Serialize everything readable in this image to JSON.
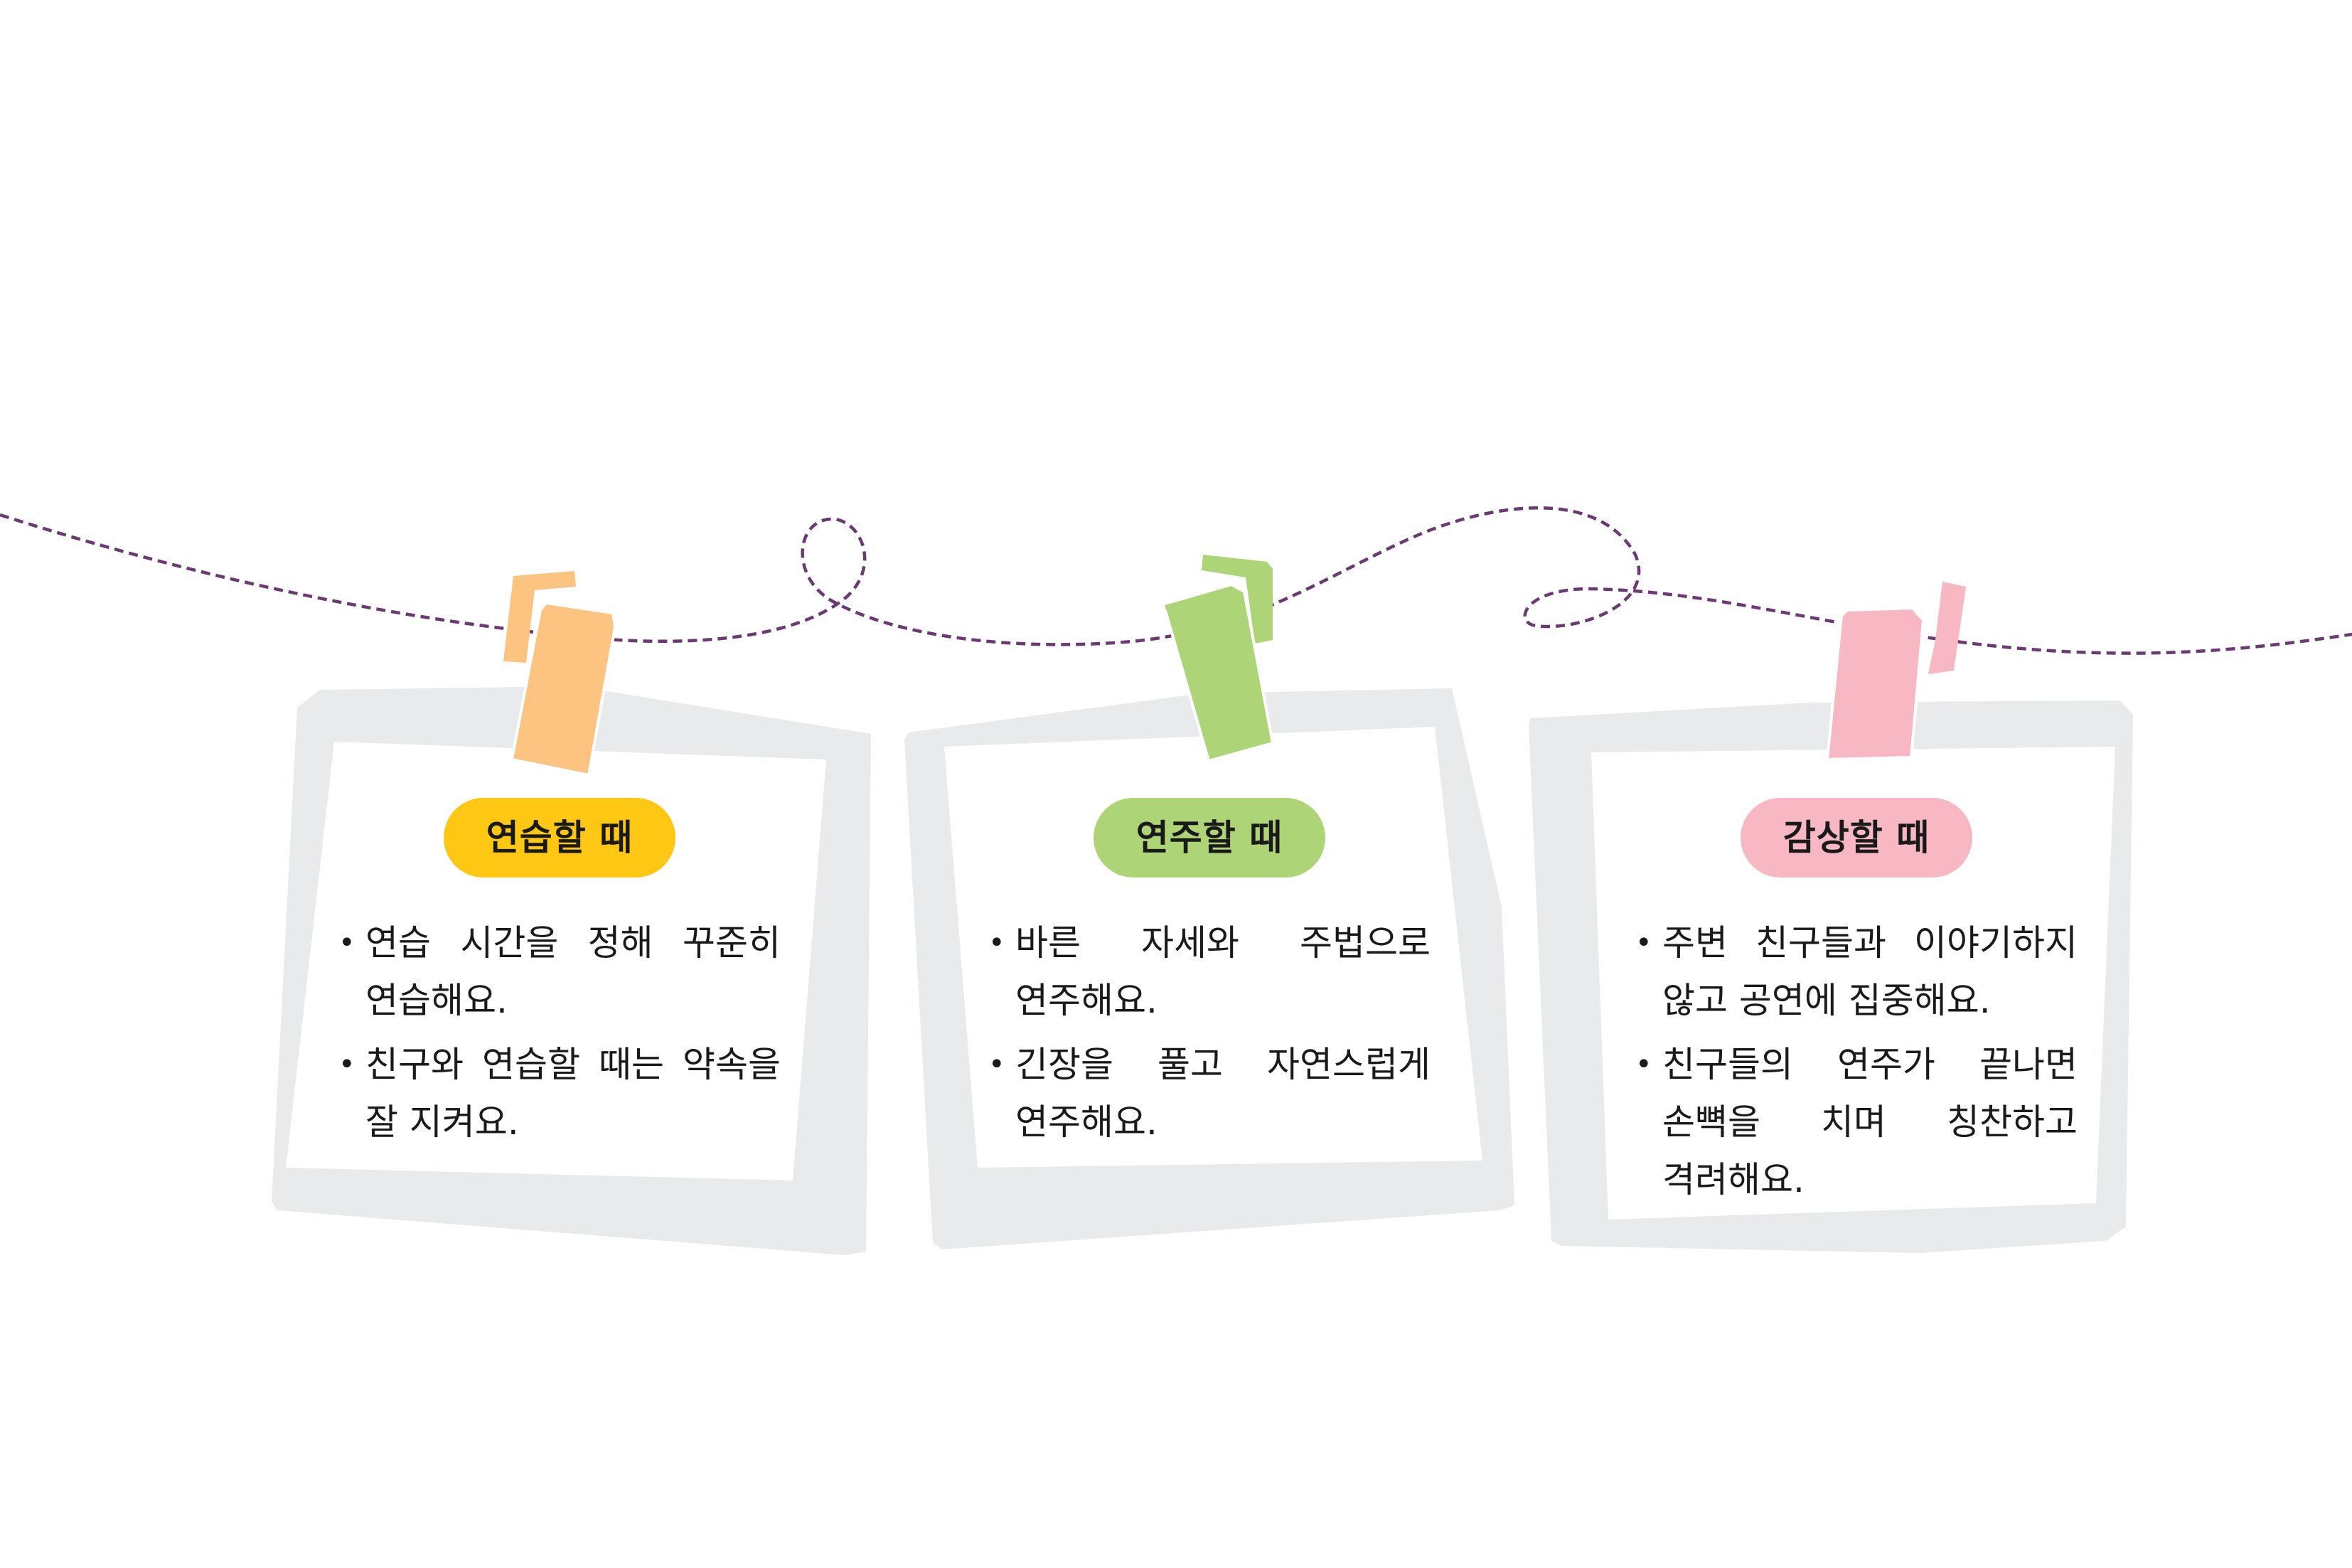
{
  "colors": {
    "string": "#6b3a73",
    "frame": "#e9eaec",
    "paper": "#ffffff",
    "clip_orange": "#fcc381",
    "clip_green": "#aed478",
    "clip_pink": "#f7b8c3",
    "tag_yellow": "#fdc714",
    "tag_green": "#aed478",
    "tag_pink": "#f7b8c3"
  },
  "cards": [
    {
      "title": "연습할 때",
      "tag_color": "#fdc714",
      "clip_color": "#fcc381",
      "items": [
        "연습 시간을 정해 꾸준히 연습해요.",
        "친구와 연습할 때는 약속을 잘 지켜요."
      ]
    },
    {
      "title": "연주할 때",
      "tag_color": "#aed478",
      "clip_color": "#aed478",
      "items": [
        "바른 자세와 주법으로 연주해요.",
        "긴장을 풀고 자연스럽게 연주해요."
      ]
    },
    {
      "title": "감상할 때",
      "tag_color": "#f7b8c3",
      "clip_color": "#f7b8c3",
      "items": [
        "주변 친구들과 이야기하지 않고 공연에 집중해요.",
        "친구들의 연주가 끝나면 손뼉을 치며 칭찬하고 격려해요."
      ]
    }
  ]
}
